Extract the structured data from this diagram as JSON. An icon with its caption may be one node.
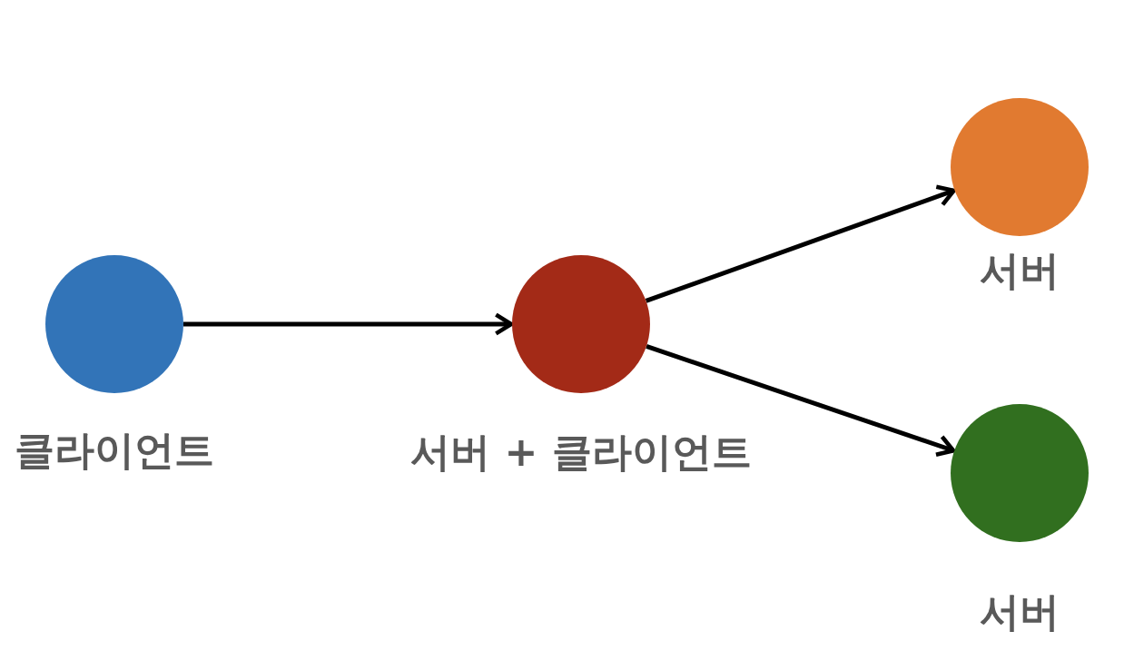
{
  "diagram": {
    "nodes": [
      {
        "text": [
          "클라이언트"
        ]
      },
      {
        "text": [
          "서버 + 클라이언트"
        ]
      },
      {
        "text": [
          "서버"
        ]
      },
      {
        "text": [
          "서버"
        ]
      }
    ],
    "edges": [
      {
        "from": 0,
        "to": 1,
        "arrow": "to"
      },
      {
        "from": 1,
        "to": 2,
        "arrow": "to"
      },
      {
        "from": 1,
        "to": 3,
        "arrow": "to"
      }
    ]
  }
}
